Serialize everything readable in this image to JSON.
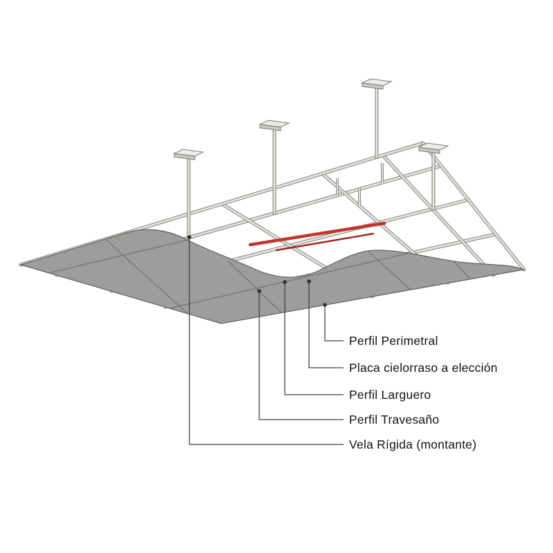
{
  "diagram": {
    "labels": [
      "Perfil Perimetral",
      "Placa cielorraso a elección",
      "Perfil Larguero",
      "Perfil Travesaño",
      "Vela Rígida (montante)"
    ],
    "colors": {
      "highlight_red": "#c1352a",
      "highlight_red_dark": "#9e2a20",
      "panel_gray": "#9d9d9b",
      "profile_light": "#e3e3dd",
      "profile_dark": "#83837d",
      "label_text": "#121212"
    }
  }
}
